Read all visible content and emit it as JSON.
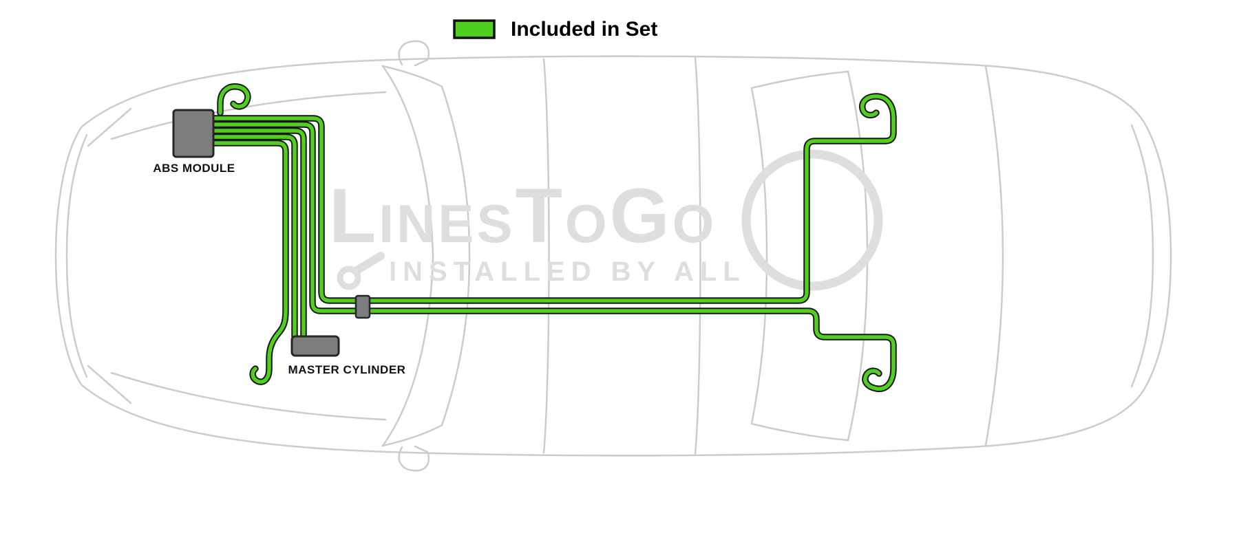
{
  "legend": {
    "label": "Included in Set"
  },
  "components": {
    "abs_module": {
      "label": "ABS MODULE"
    },
    "master_cylinder": {
      "label": "MASTER CYLINDER"
    }
  },
  "watermark": {
    "brand": "LinesToGo",
    "tagline": "INSTALLED BY ALL"
  },
  "colors": {
    "line_green": "#50cf1f",
    "line_outline": "#161616",
    "component_fill": "#7d7d7d",
    "component_stroke": "#262626",
    "car_outline": "#cccccc",
    "watermark": "#dedede",
    "background": "#ffffff"
  }
}
